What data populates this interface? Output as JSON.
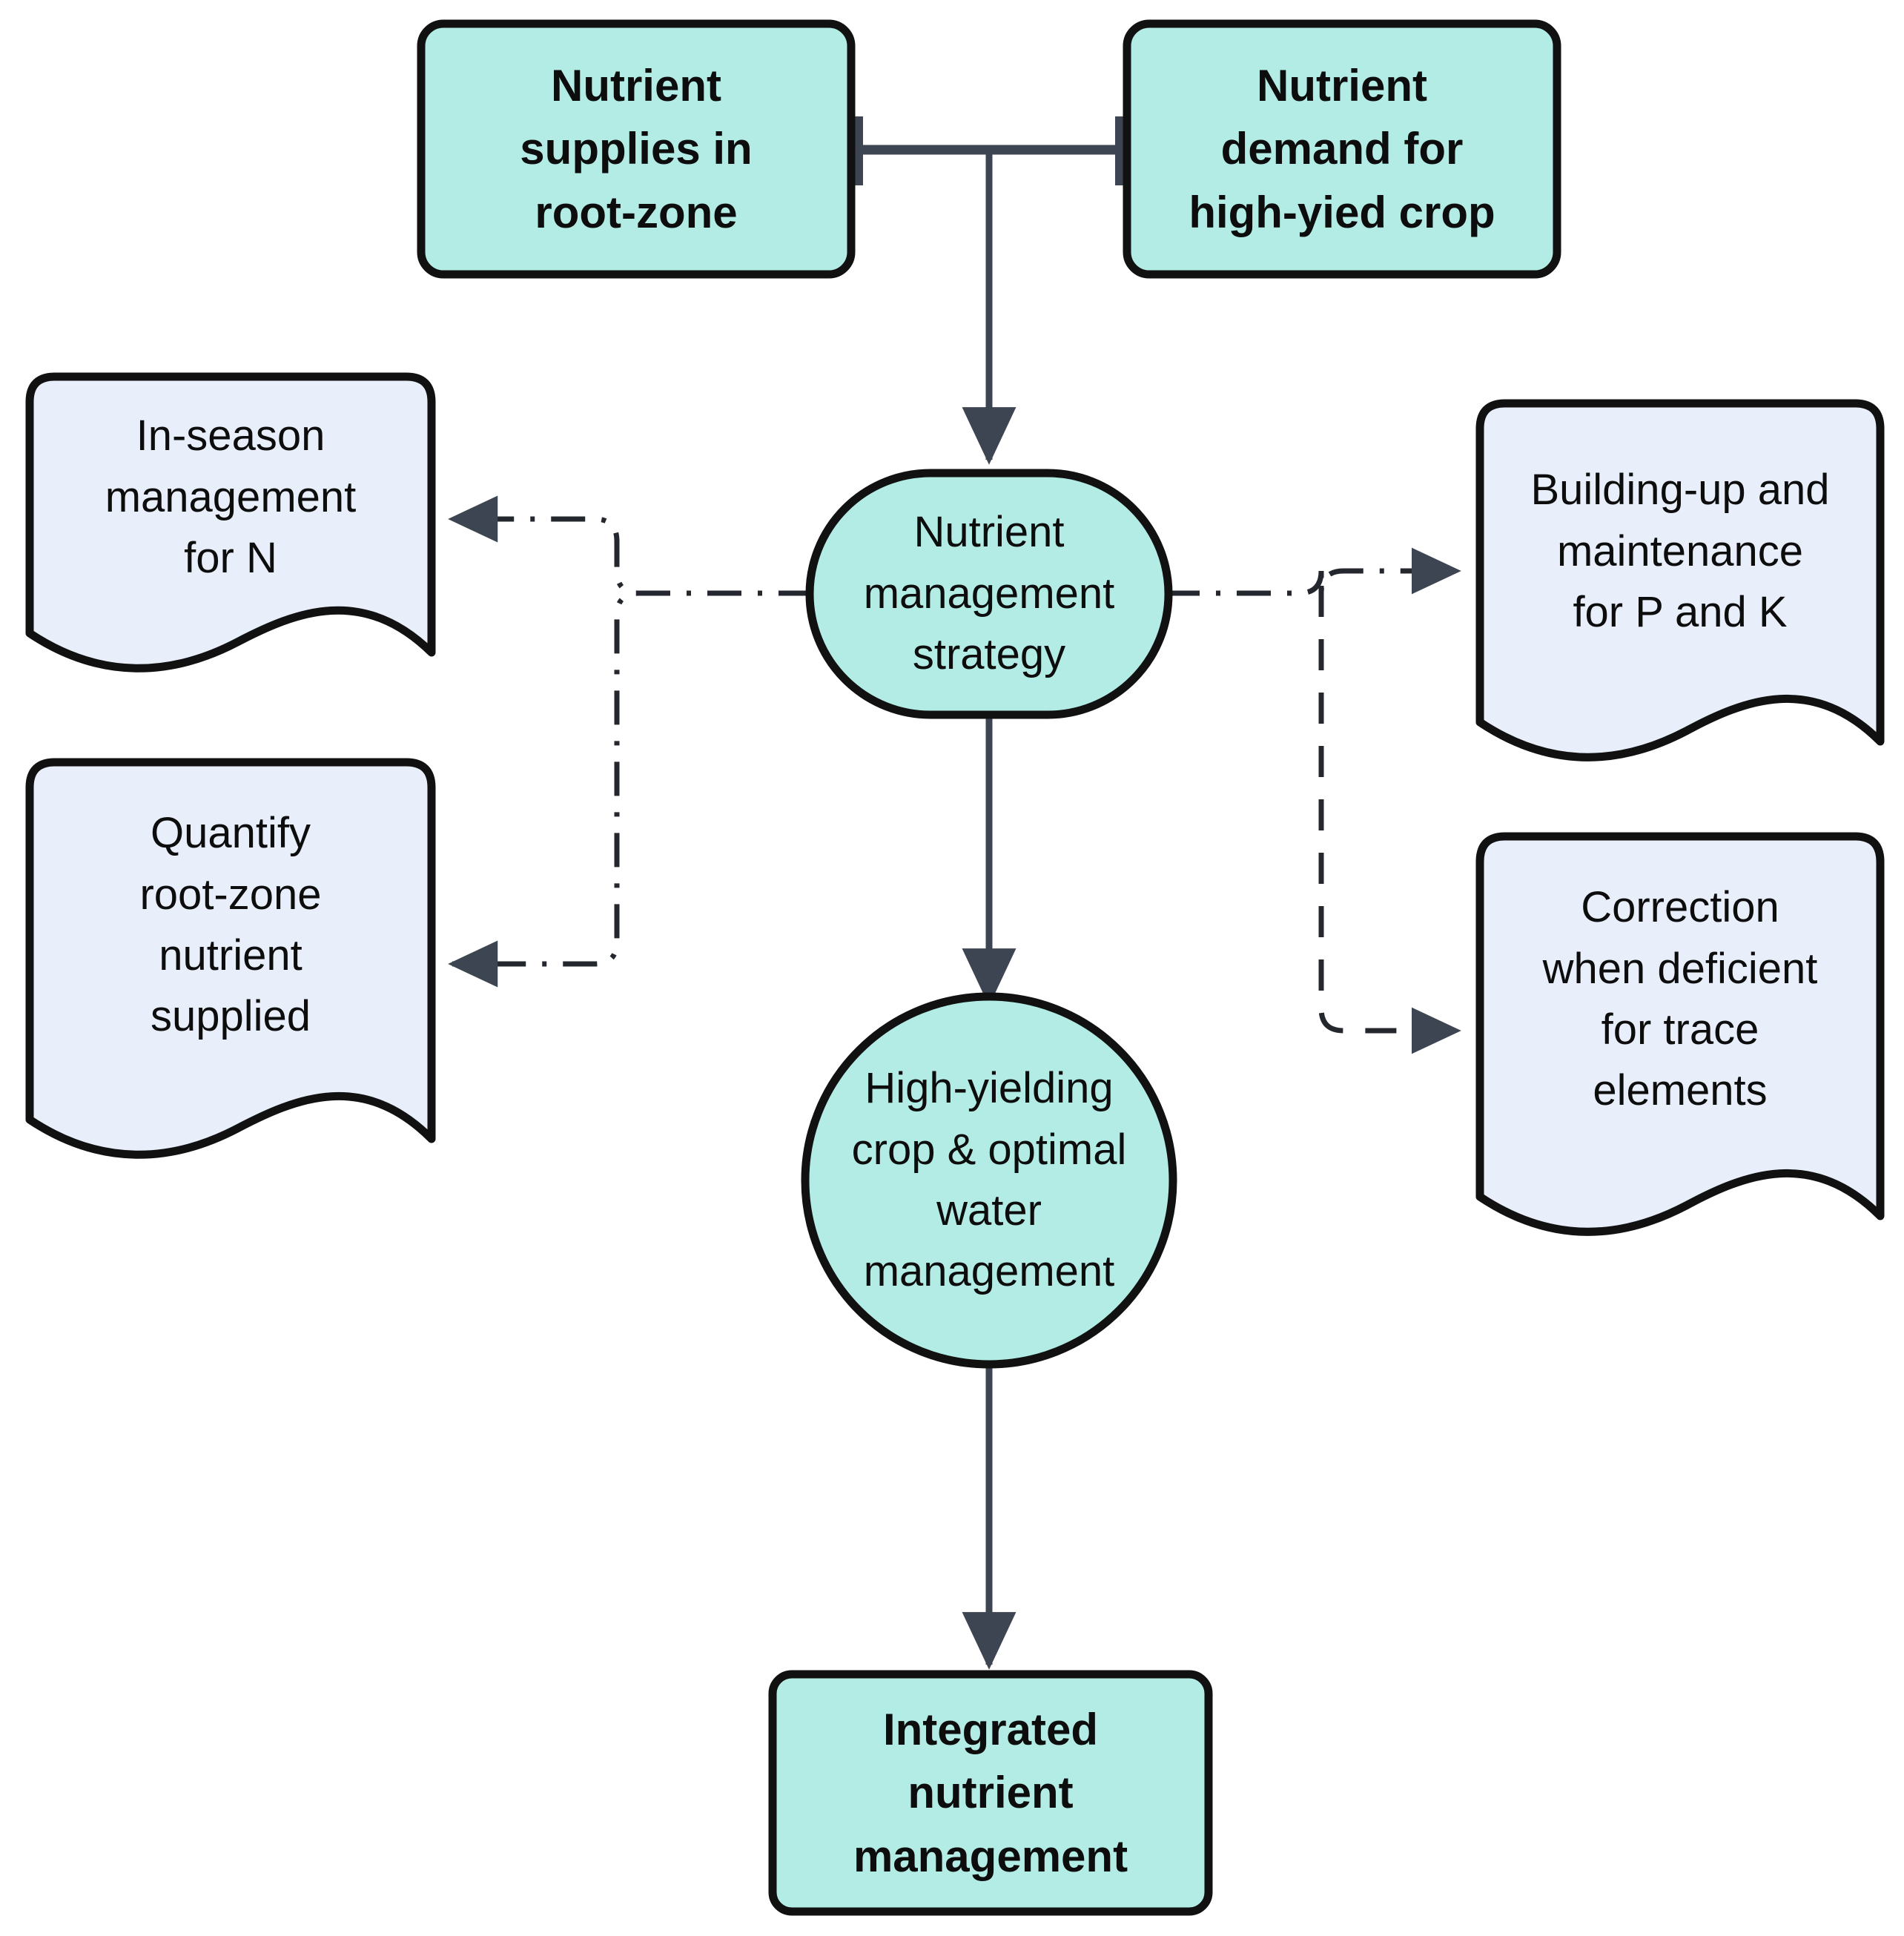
{
  "diagram": {
    "title": "Integrated nutrient management strategy flow diagram",
    "colors": {
      "teal_fill": "#b2ece4",
      "blue_fill": "#e8effb",
      "node_stroke": "#111111",
      "connector": "#3d4452",
      "background": "#ffffff"
    },
    "nodes": {
      "nutrient_supplies": {
        "label": "Nutrient\nsupplies in\nroot-zone",
        "shape": "rounded-rectangle",
        "fill": "#b2ece4",
        "style": "bold"
      },
      "nutrient_demand": {
        "label": "Nutrient\ndemand for\nhigh-yied crop",
        "shape": "rounded-rectangle",
        "fill": "#b2ece4",
        "style": "bold"
      },
      "strategy": {
        "label": "Nutrient\nmanagement\nstrategy",
        "shape": "ellipse",
        "fill": "#b2ece4",
        "style": "regular"
      },
      "high_yielding": {
        "label": "High-yielding\ncrop & optimal\nwater\nmanagement",
        "shape": "circle",
        "fill": "#b2ece4",
        "style": "regular"
      },
      "integrated": {
        "label": "Integrated\nnutrient\nmanagement",
        "shape": "rounded-rectangle",
        "fill": "#b2ece4",
        "style": "bold"
      },
      "in_season_n": {
        "label": "In-season\nmanagement\nfor N",
        "shape": "document-wave",
        "fill": "#e8effb",
        "style": "regular"
      },
      "quantify_root_zone": {
        "label": "Quantify\nroot-zone\nnutrient\nsupplied",
        "shape": "document-wave",
        "fill": "#e8effb",
        "style": "regular"
      },
      "building_up_pk": {
        "label": "Building-up and\nmaintenance\nfor P and K",
        "shape": "document-wave",
        "fill": "#e8effb",
        "style": "regular"
      },
      "correction_trace": {
        "label": "Correction\nwhen deficient\nfor trace\nelements",
        "shape": "document-wave",
        "fill": "#e8effb",
        "style": "regular"
      }
    },
    "edges": [
      {
        "id": "supplies-demand-link",
        "from": "nutrient_supplies",
        "to": "nutrient_demand",
        "style": "solid",
        "ends": "tee-both"
      },
      {
        "id": "link-to-strategy",
        "from": "supplies-demand-link",
        "to": "strategy",
        "style": "solid",
        "ends": "arrow"
      },
      {
        "id": "strategy-to-in-season",
        "from": "strategy",
        "to": "in_season_n",
        "style": "dash-dot",
        "ends": "arrow"
      },
      {
        "id": "strategy-to-quantify",
        "from": "strategy",
        "to": "quantify_root_zone",
        "style": "dash-dot",
        "ends": "arrow"
      },
      {
        "id": "strategy-to-building-up",
        "from": "strategy",
        "to": "building_up_pk",
        "style": "dash-dot",
        "ends": "arrow"
      },
      {
        "id": "strategy-to-correction",
        "from": "strategy",
        "to": "correction_trace",
        "style": "dashed",
        "ends": "arrow"
      },
      {
        "id": "strategy-to-high-yielding",
        "from": "strategy",
        "to": "high_yielding",
        "style": "solid",
        "ends": "arrow"
      },
      {
        "id": "high-yielding-to-integrated",
        "from": "high_yielding",
        "to": "integrated",
        "style": "solid",
        "ends": "arrow"
      }
    ]
  }
}
